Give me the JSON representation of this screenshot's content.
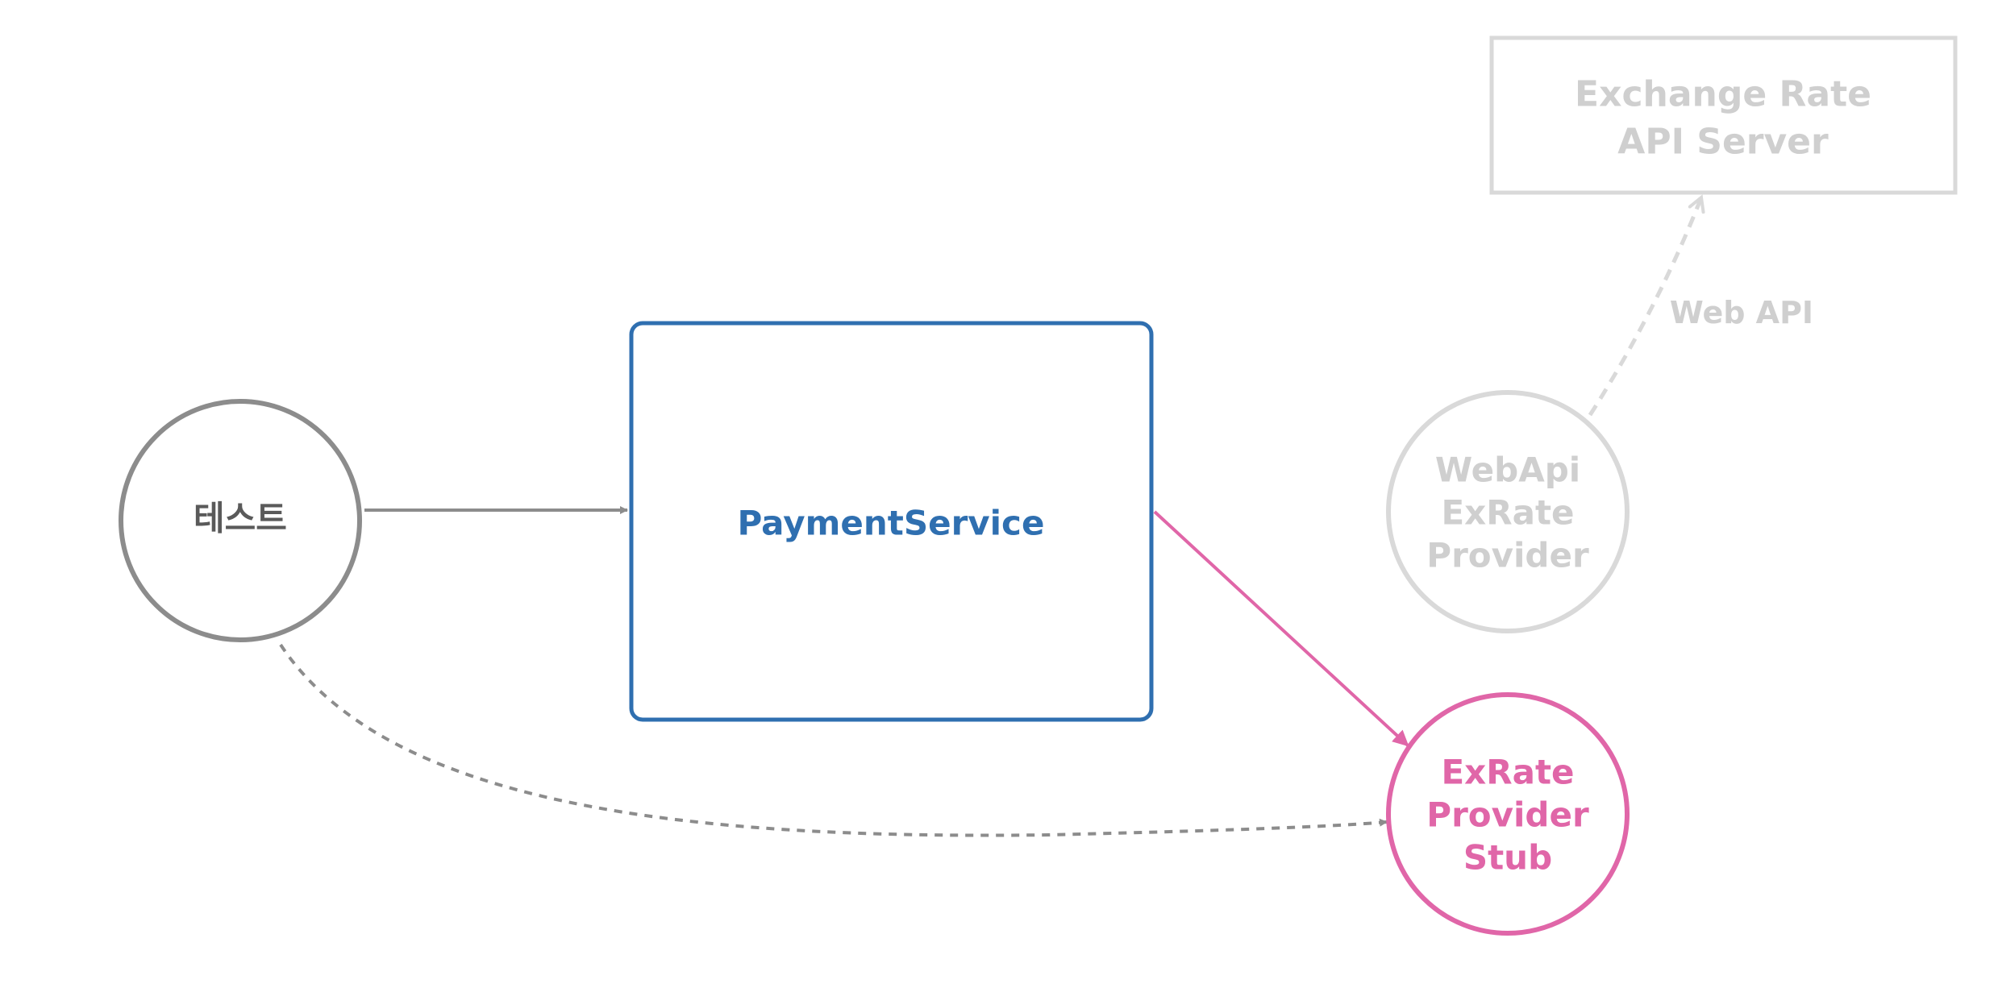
{
  "nodes": {
    "test": {
      "label": "테스트"
    },
    "payment_service": {
      "label": "PaymentService"
    },
    "webapi_provider": {
      "lines": [
        "WebApi",
        "ExRate",
        "Provider"
      ]
    },
    "stub": {
      "lines": [
        "ExRate",
        "Provider",
        "Stub"
      ]
    },
    "api_server": {
      "lines": [
        "Exchange Rate",
        "API Server"
      ]
    }
  },
  "edges": {
    "web_api": {
      "label": "Web API"
    }
  },
  "colors": {
    "test": "#8c8c8c",
    "test_text": "#5a5a5a",
    "payment_service": "#2f6fb0",
    "stub": "#e066a8",
    "faded": "#d9d9d9",
    "faded_text": "#cfcfcf"
  }
}
